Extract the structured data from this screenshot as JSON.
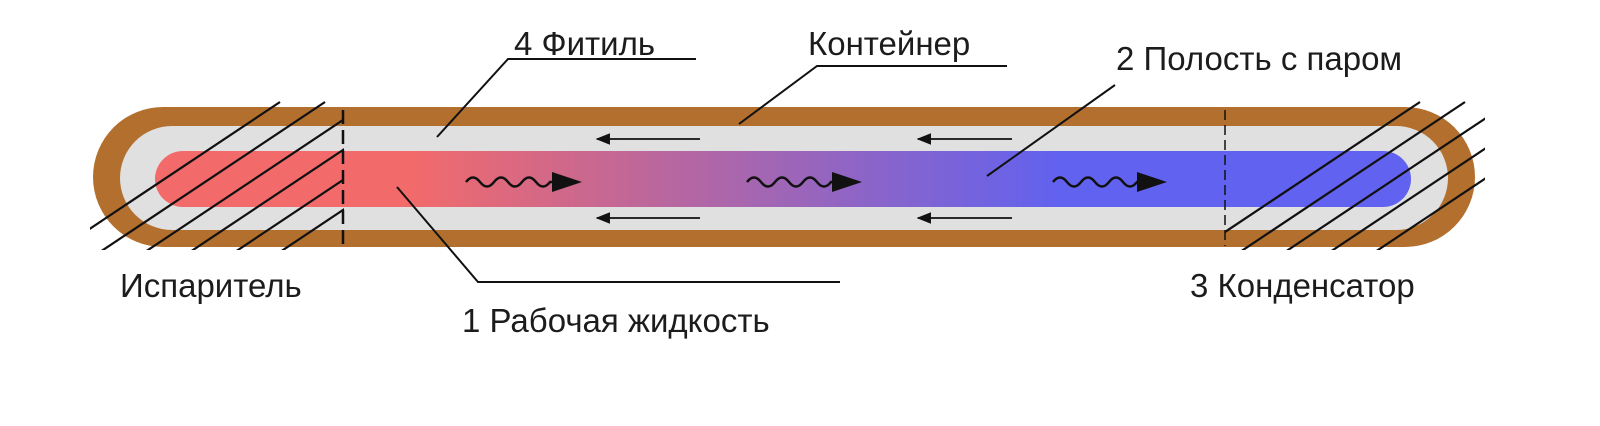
{
  "labels": {
    "wick": "4 Фитиль",
    "container": "Контейнер",
    "vapor_cavity": "2 Полость с паром",
    "evaporator": "Испаритель",
    "working_fluid": "1 Рабочая жидкость",
    "condenser": "3 Конденсатор"
  },
  "colors": {
    "shell": "#b26f2e",
    "wick": "#e0e0e0",
    "hot": "#f36a6a",
    "cold": "#6162ef",
    "ink": "#111111"
  }
}
